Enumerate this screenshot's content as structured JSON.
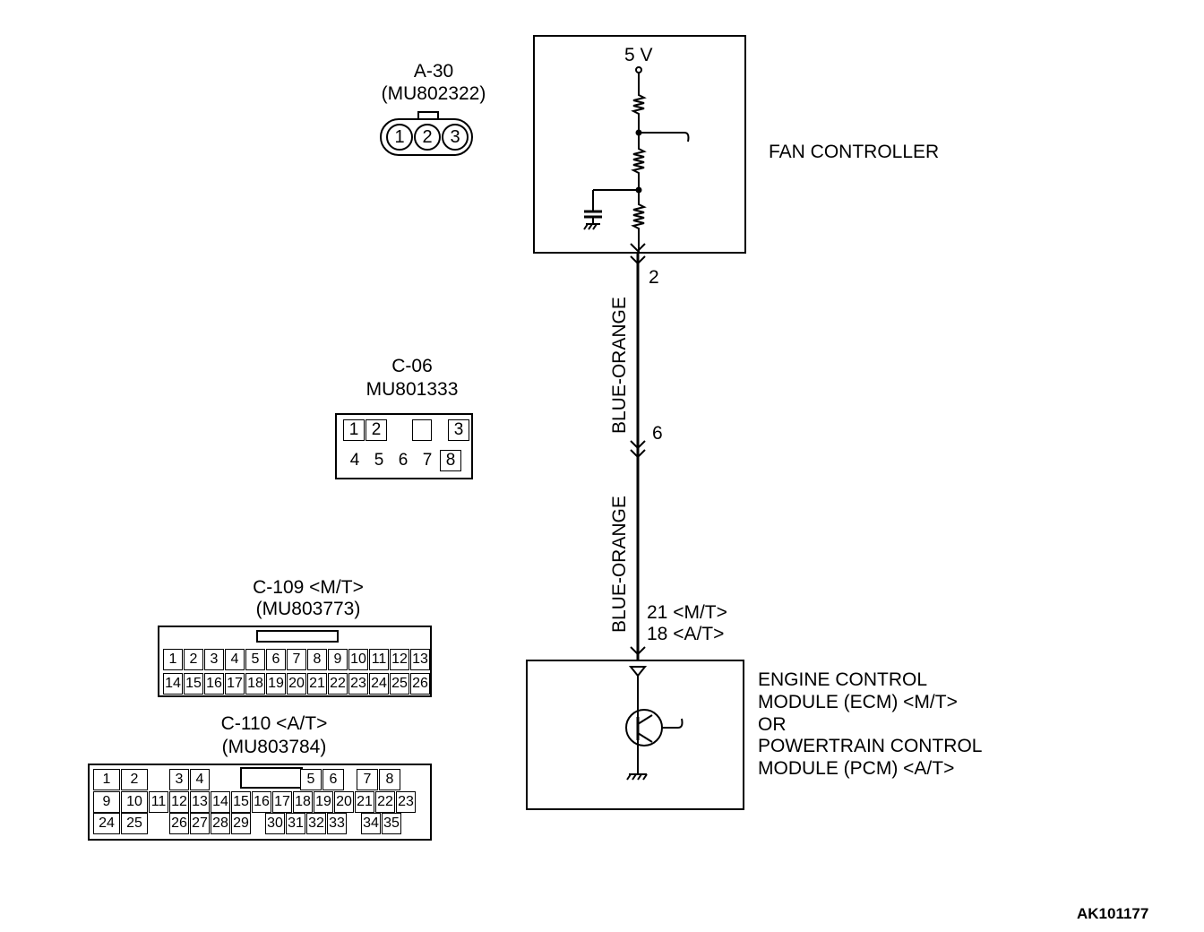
{
  "a30": {
    "label": "A-30",
    "part": "(MU802322)",
    "pins": [
      "1",
      "2",
      "3"
    ]
  },
  "c06": {
    "label": "C-06",
    "part": "MU801333",
    "row1": [
      "1",
      "2",
      "",
      "3"
    ],
    "row2": [
      "4",
      "5",
      "6",
      "7",
      "8"
    ]
  },
  "c109": {
    "label": "C-109 <M/T>",
    "part": "(MU803773)",
    "row1": [
      "1",
      "2",
      "3",
      "4",
      "5",
      "6",
      "7",
      "8",
      "9",
      "10",
      "11",
      "12",
      "13"
    ],
    "row2": [
      "14",
      "15",
      "16",
      "17",
      "18",
      "19",
      "20",
      "21",
      "22",
      "23",
      "24",
      "25",
      "26"
    ]
  },
  "c110": {
    "label": "C-110 <A/T>",
    "part": "(MU803784)",
    "row1": [
      "1",
      "2",
      "",
      "3",
      "4",
      "",
      "",
      "",
      "",
      "5",
      "6",
      "",
      "7",
      "8"
    ],
    "row2": [
      "9",
      "10",
      "11",
      "12",
      "13",
      "14",
      "15",
      "16",
      "17",
      "18",
      "19",
      "20",
      "21",
      "22",
      "23"
    ],
    "row3": [
      "24",
      "25",
      "",
      "26",
      "27",
      "28",
      "29",
      "",
      "30",
      "31",
      "32",
      "33",
      "",
      "34",
      "35"
    ]
  },
  "fan_controller": {
    "label": "FAN CONTROLLER",
    "voltage": "5 V"
  },
  "wire": {
    "color_upper": "BLUE-ORANGE",
    "color_lower": "BLUE-ORANGE",
    "pin_top": "2",
    "pin_mid": "6",
    "pin_ecm_mt": "21 <M/T>",
    "pin_ecm_at": "18 <A/T>"
  },
  "ecm": {
    "line1": "ENGINE CONTROL",
    "line2": "MODULE (ECM) <M/T>",
    "line3": "OR",
    "line4": "POWERTRAIN CONTROL",
    "line5": "MODULE (PCM) <A/T>"
  },
  "drawing_code": "AK101177"
}
